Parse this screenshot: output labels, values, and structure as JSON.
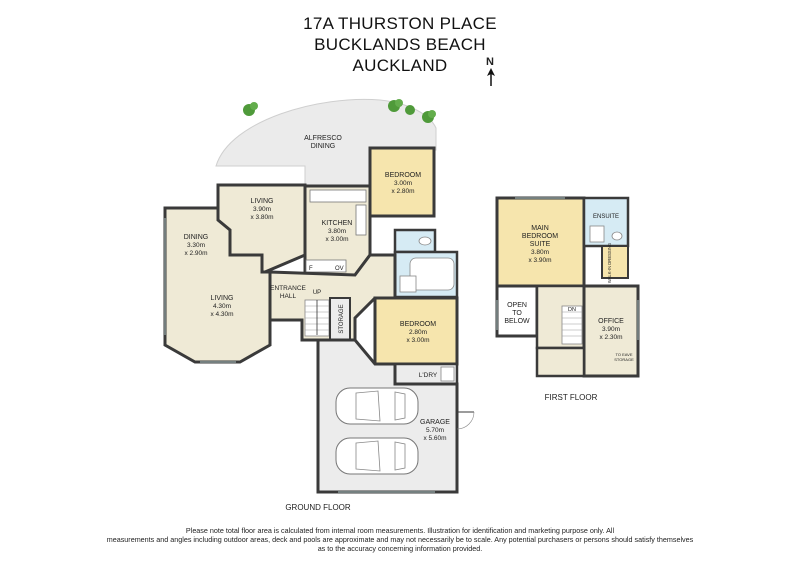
{
  "title": {
    "line1": "17A THURSTON PLACE",
    "line2": "BUCKLANDS BEACH",
    "line3": "AUCKLAND"
  },
  "north_label": "N",
  "rooms": {
    "alfresco": {
      "name_1": "ALFRESCO",
      "name_2": "DINING"
    },
    "bedroom_top": {
      "name": "BEDROOM",
      "dim_1": "3.00m",
      "dim_2": "x 2.80m"
    },
    "living_top": {
      "name": "LIVING",
      "dim_1": "3.90m",
      "dim_2": "x 3.80m"
    },
    "kitchen": {
      "name": "KITCHEN",
      "dim_1": "3.80m",
      "dim_2": "x 3.00m"
    },
    "dining": {
      "name": "DINING",
      "dim_1": "3.30m",
      "dim_2": "x 2.90m"
    },
    "living_main": {
      "name": "LIVING",
      "dim_1": "4.30m",
      "dim_2": "x 4.30m"
    },
    "entrance": {
      "name_1": "ENTRANCE",
      "name_2": "HALL"
    },
    "up": "UP",
    "storage": "STORAGE",
    "bedroom_mid": {
      "name": "BEDROOM",
      "dim_1": "2.80m",
      "dim_2": "x 3.00m"
    },
    "ldry": "L'DRY",
    "garage": {
      "name": "GARAGE",
      "dim_1": "5.70m",
      "dim_2": "x 5.60m"
    },
    "fridge": "F",
    "oven": "OV",
    "main_bedroom": {
      "name_1": "MAIN",
      "name_2": "BEDROOM",
      "name_3": "SUITE",
      "dim_1": "3.80m",
      "dim_2": "x 3.90m"
    },
    "ensuite": "ENSUITE",
    "walk_in": "WALK-IN DRESSING",
    "open_below": {
      "name_1": "OPEN",
      "name_2": "TO",
      "name_3": "BELOW"
    },
    "dn": "DN",
    "office": {
      "name": "OFFICE",
      "dim_1": "3.90m",
      "dim_2": "x 2.30m"
    },
    "to_eave": {
      "l1": "TO EAVE",
      "l2": "STORAGE"
    }
  },
  "floor_labels": {
    "ground": "GROUND FLOOR",
    "first": "FIRST FLOOR"
  },
  "disclaimer": {
    "line1": "Please note total floor area is calculated from internal room measurements. Illustration for identification and marketing purpose only. All",
    "line2": "measurements and angles including outdoor areas, deck and pools are approximate and may not necessarily be to scale. Any potential purchasers or persons should satisfy themselves",
    "line3": "as to the accuracy concerning information provided."
  },
  "colors": {
    "living": "#efead6",
    "bedroom": "#f6e5ad",
    "wet": "#d6ebf4",
    "service": "#ececec",
    "outdoor": "#ebebeb",
    "wall": "#3a3a3a",
    "tree": "#4f9a3a"
  }
}
